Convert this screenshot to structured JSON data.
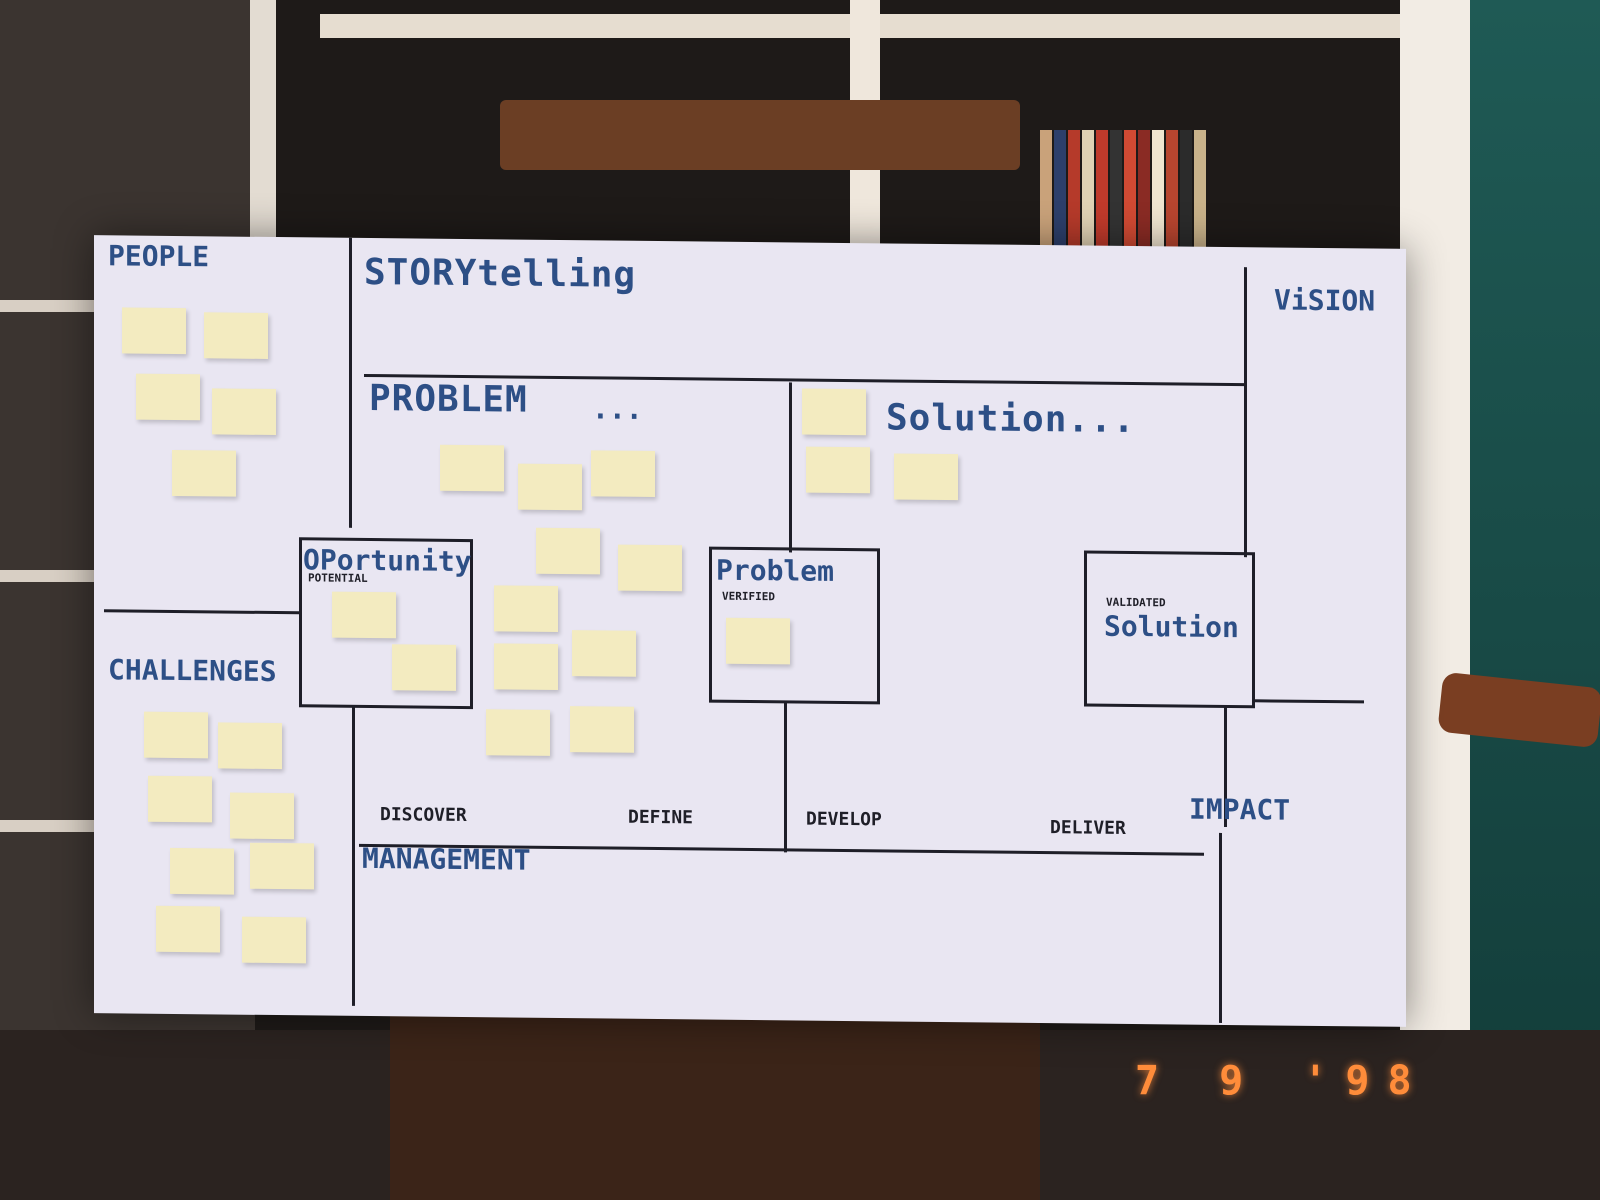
{
  "board": {
    "people": "PEOPLE",
    "storytelling": "STORYtelling",
    "vision": "ViSION",
    "problem": "PROBLEM",
    "problem_ellipsis": "...",
    "solution": "Solution...",
    "opportunity": "OPortunity",
    "opportunity_sub": "POTENTIAL",
    "problem_verified": "Problem",
    "problem_verified_sub": "VERIFIED",
    "validated": "VALIDATED",
    "validated_solution": "Solution",
    "challenges": "CHALLENGES",
    "discover": "DISCOVER",
    "define": "DEFINE",
    "develop": "DEVELOP",
    "deliver": "DELIVER",
    "impact": "IMPACT",
    "management": "MANAGEMENT"
  },
  "date_stamp": "7 9 '98",
  "colors": {
    "marker_blue": "#2d4f86",
    "marker_black": "#1f1f28",
    "sticky_note": "#f3ebc0",
    "date_stamp": "#ff8c3a"
  }
}
